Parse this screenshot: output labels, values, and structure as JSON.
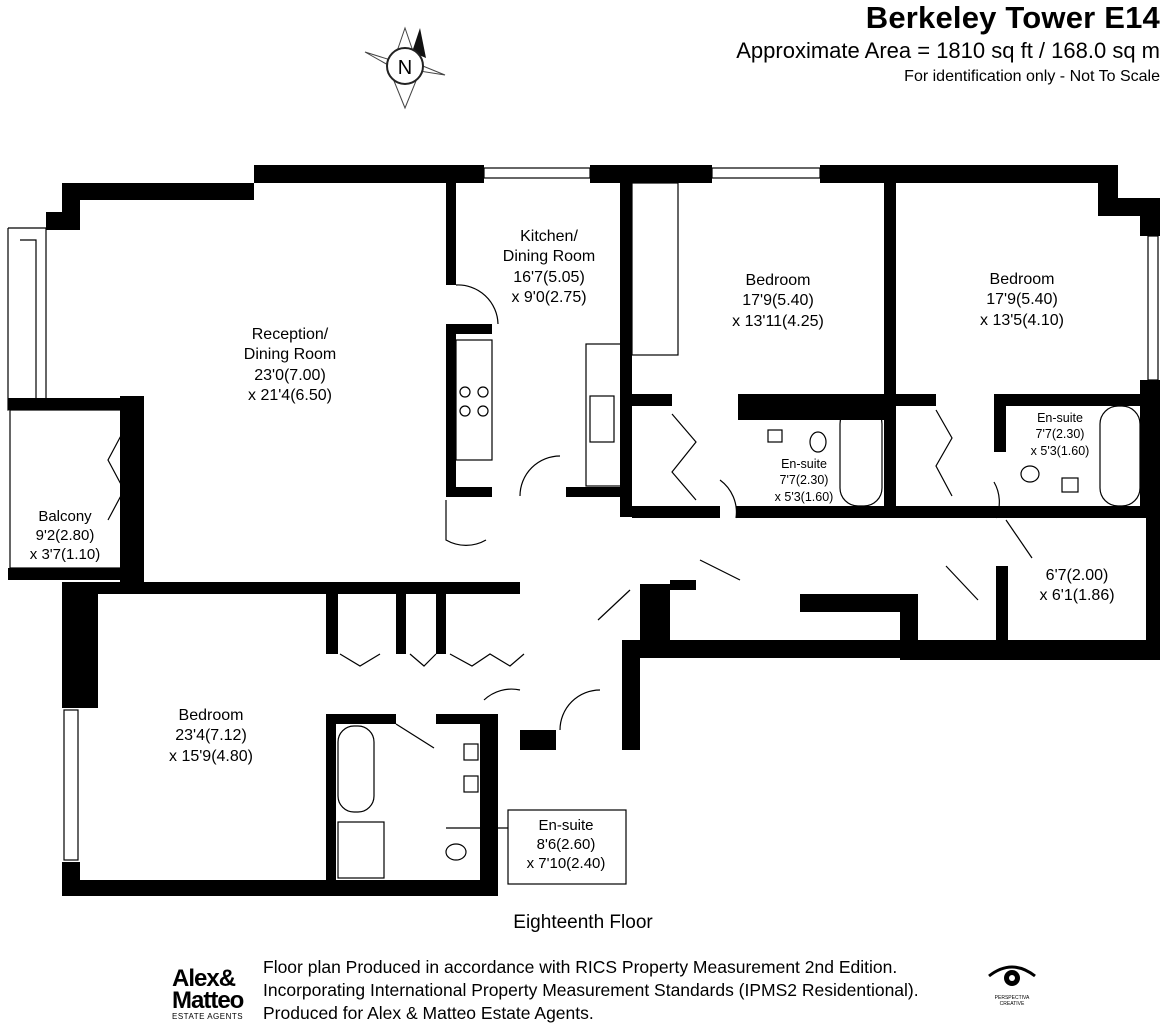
{
  "header": {
    "title": "Berkeley Tower E14",
    "area": "Approximate Area = 1810 sq ft / 168.0 sq m",
    "note": "For identification only - Not To Scale"
  },
  "compass": {
    "letter": "N"
  },
  "rooms": {
    "reception": [
      "Reception/",
      "Dining Room",
      "23'0(7.00)",
      "x 21'4(6.50)"
    ],
    "kitchen": [
      "Kitchen/",
      "Dining Room",
      "16'7(5.05)",
      "x 9'0(2.75)"
    ],
    "bedroom2": [
      "Bedroom",
      "17'9(5.40)",
      "x 13'11(4.25)"
    ],
    "bedroom3": [
      "Bedroom",
      "17'9(5.40)",
      "x 13'5(4.10)"
    ],
    "ensuite2": [
      "En-suite",
      "7'7(2.30)",
      "x 5'3(1.60)"
    ],
    "ensuite3": [
      "En-suite",
      "7'7(2.30)",
      "x 5'3(1.60)"
    ],
    "balcony": [
      "Balcony",
      "9'2(2.80)",
      "x 3'7(1.10)"
    ],
    "store": [
      "6'7(2.00)",
      "x 6'1(1.86)"
    ],
    "bedroom1": [
      "Bedroom",
      "23'4(7.12)",
      "x 15'9(4.80)"
    ],
    "ensuite1": [
      "En-suite",
      "8'6(2.60)",
      "x 7'10(2.40)"
    ]
  },
  "floor_label": "Eighteenth Floor",
  "footer": {
    "lines": [
      "Floor plan Produced in accordance with RICS Property Measurement 2nd Edition.",
      "Incorporating International Property Measurement Standards (IPMS2  Residentional).",
      "Produced for Alex & Matteo Estate Agents."
    ],
    "logo": [
      "Alex&",
      "Matteo",
      "ESTATE AGENTS"
    ],
    "badge": [
      "PERSPECTIVA",
      "CREATIVE"
    ]
  }
}
